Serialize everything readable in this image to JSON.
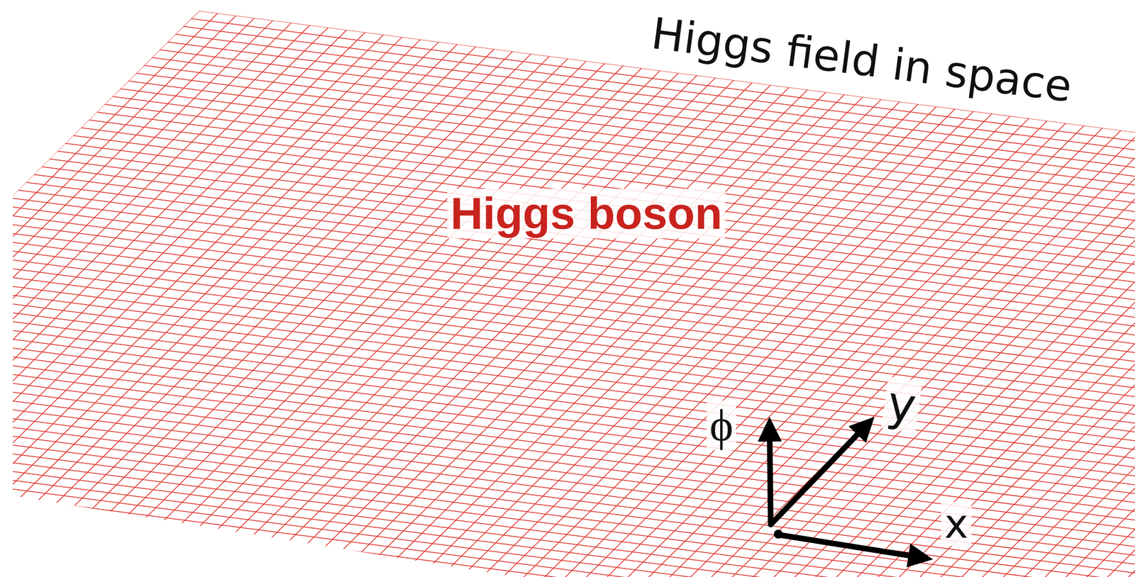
{
  "diagram": {
    "labels": [
      "Higgs field in space",
      "Higgs boson",
      "ϕ",
      "y",
      "x"
    ]
  }
}
